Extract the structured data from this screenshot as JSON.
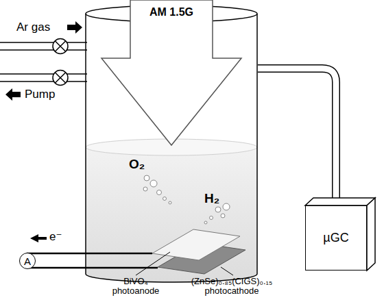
{
  "diagram": {
    "nodes": [
      {
        "text": [
          "AM 1.5G"
        ]
      },
      {
        "text": [
          "A"
        ]
      },
      {
        "text": [
          "µGC"
        ]
      }
    ],
    "labels": [
      "Ar gas",
      "Pump",
      "O₂",
      "H₂",
      "e⁻",
      "BiVO₄ photoanode",
      "(ZnSe)₀.₈₅(CIGS)₀.₁₅ photocathode"
    ]
  }
}
